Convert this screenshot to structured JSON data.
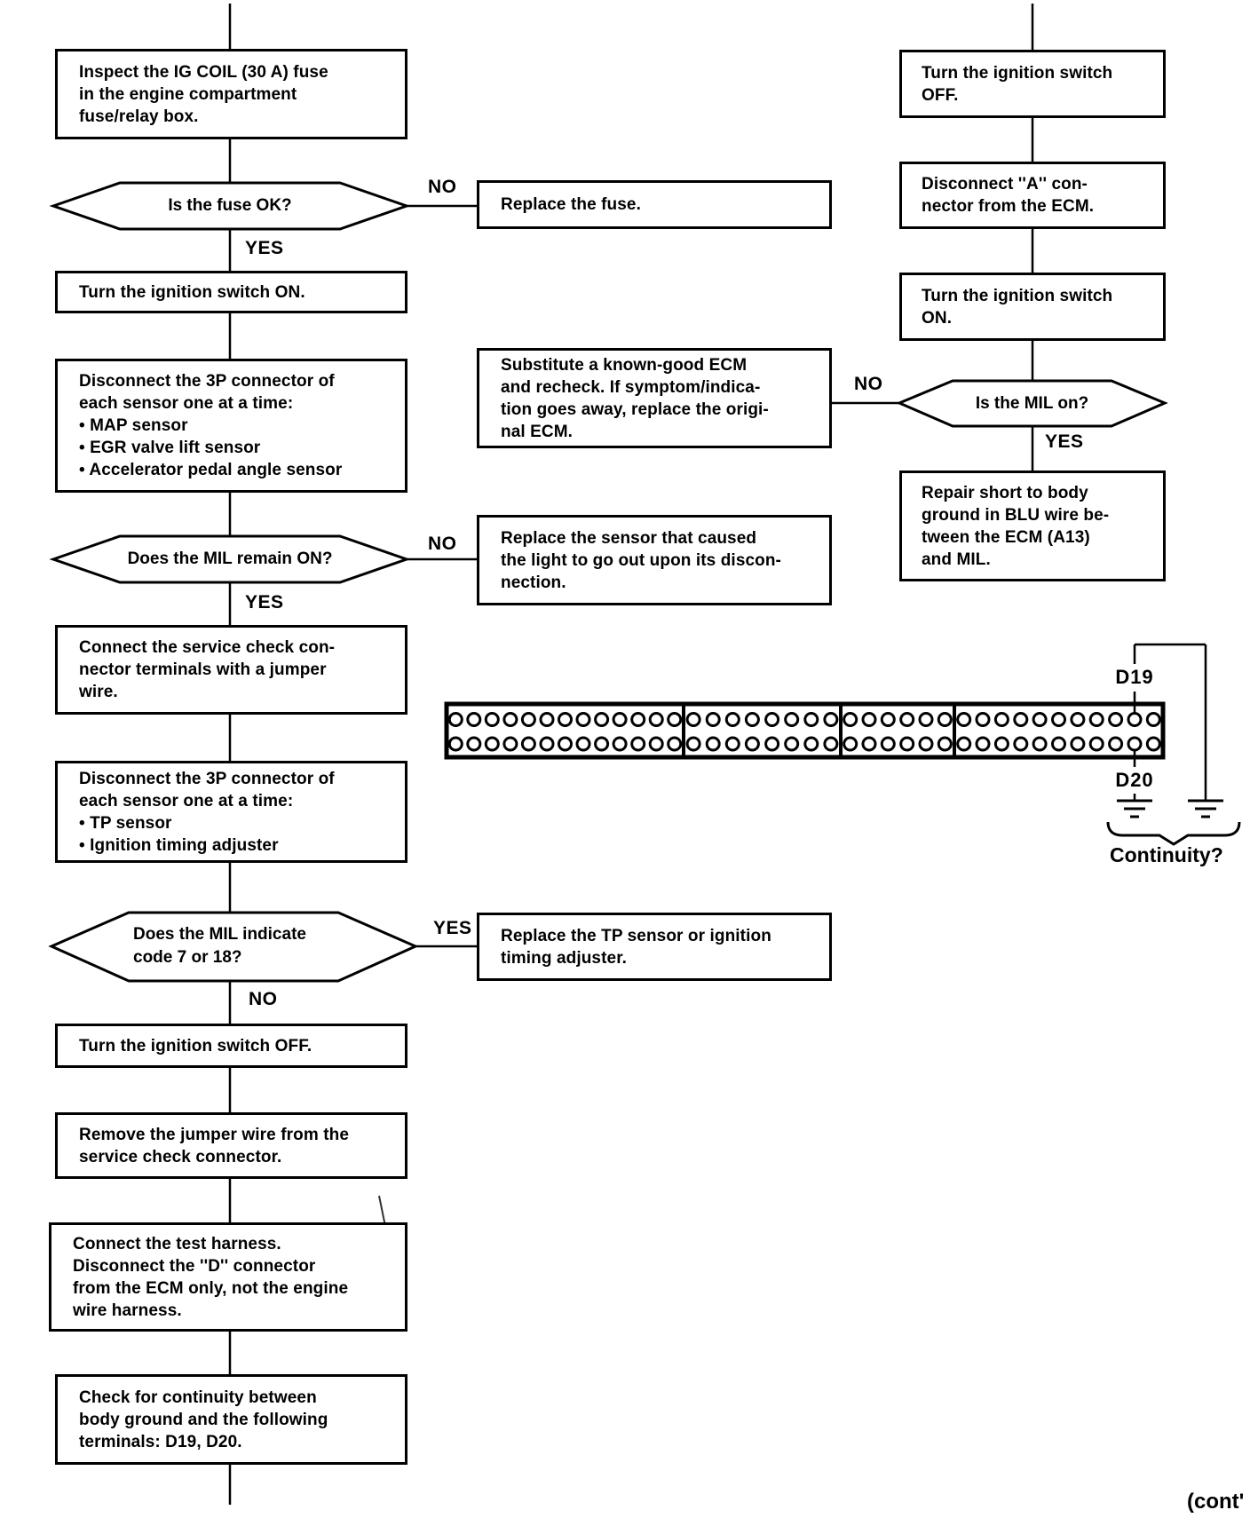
{
  "nodes": {
    "inspect_fuse": "Inspect the IG COIL (30 A) fuse\nin the engine compartment\nfuse/relay box.",
    "is_fuse_ok": "Is the fuse OK?",
    "replace_fuse": "Replace the fuse.",
    "ignition_on_left": "Turn the ignition switch ON.",
    "disconnect_3p_map": "Disconnect the 3P connector of\neach sensor one at a time:\n• MAP sensor\n• EGR valve lift sensor\n• Accelerator pedal angle sensor",
    "does_mil_remain_on": "Does the MIL remain ON?",
    "replace_sensor": "Replace the sensor that caused\nthe light to go out upon its discon-\nnection.",
    "connect_service_check": "Connect the service check con-\nnector terminals with a jumper\nwire.",
    "disconnect_3p_tp": "Disconnect the 3P connector of\neach sensor one at a time:\n• TP sensor\n• Ignition timing adjuster",
    "does_mil_indicate": "Does the MIL indicate\ncode 7 or 18?",
    "replace_tp": "Replace the TP sensor or ignition\ntiming adjuster.",
    "ignition_off_left": "Turn the ignition switch OFF.",
    "remove_jumper": "Remove the jumper wire from the\nservice check connector.",
    "connect_test_harness": "Connect the test harness.\nDisconnect the ''D'' connector\nfrom the ECM only, not the engine\nwire harness.",
    "check_continuity": "Check for continuity between\nbody ground and the following\nterminals: D19, D20.",
    "ignition_off_right": "Turn the ignition switch\nOFF.",
    "disconnect_a_connector": "Disconnect ''A'' con-\nnector from the ECM.",
    "ignition_on_right": "Turn the ignition switch\nON.",
    "substitute_ecm": "Substitute a known-good ECM\nand recheck. If symptom/indica-\ntion goes away, replace the origi-\nnal ECM.",
    "is_mil_on": "Is the MIL on?",
    "repair_short": "Repair short to body\nground in BLU wire be-\ntween the ECM (A13)\nand MIL."
  },
  "edge_labels": {
    "yes": "YES",
    "no": "NO"
  },
  "connector": {
    "sections": [
      13,
      8,
      6,
      11
    ],
    "rows": 2,
    "terminal_top": "D19",
    "terminal_bottom": "D20",
    "caption": "Continuity?"
  },
  "page": {
    "footer_cont": "(cont'"
  }
}
